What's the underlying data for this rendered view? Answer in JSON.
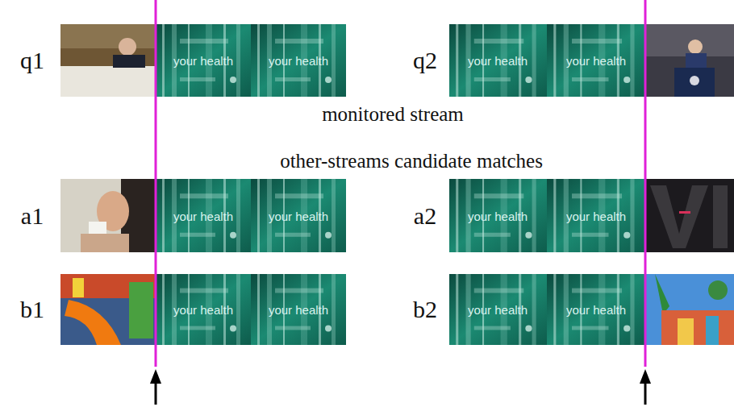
{
  "diagram": {
    "labels": [
      "q1",
      "your health",
      "your health",
      "q2",
      "your health",
      "your health",
      "monitored stream",
      "other-streams candidate matches",
      "a1",
      "your health",
      "your health",
      "a2",
      "your health",
      "your health",
      "b1",
      "your health",
      "your health",
      "b2",
      "your health",
      "your health"
    ]
  }
}
